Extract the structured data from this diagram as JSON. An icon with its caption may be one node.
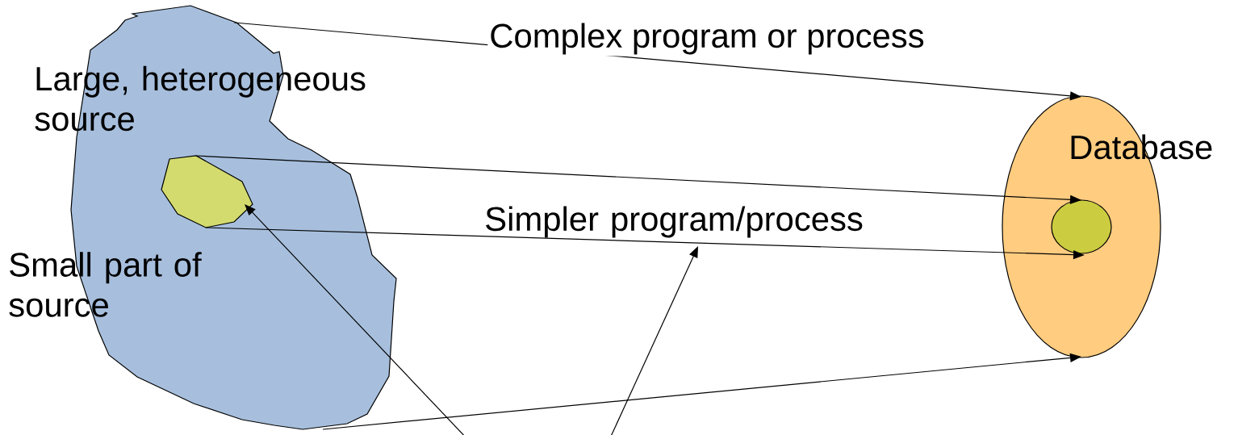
{
  "diagram": {
    "nodes": [
      {
        "text": [
          "Large, heterogeneous source"
        ]
      },
      {
        "text": [],
        "shape": "polygon",
        "in": 0,
        "beside": [
          "Small part of source"
        ]
      },
      {
        "text": [
          "Database"
        ]
      },
      {
        "text": [],
        "shape": "circle",
        "in": 2
      },
      {
        "text": [
          "Simpler program/process"
        ]
      }
    ],
    "edges": [
      {
        "from": 0,
        "to": 2,
        "arrow": "to",
        "label": "Complex program or process"
      },
      {
        "from": 1,
        "to": 3,
        "arrow": "to"
      },
      {
        "from": 1,
        "to": 3,
        "arrow": "to"
      },
      {
        "from": 0,
        "to": 2,
        "arrow": "to"
      },
      {
        "from": null,
        "to": 1,
        "arrow": "to"
      },
      {
        "from": null,
        "to": 4,
        "arrow": "to"
      }
    ]
  }
}
